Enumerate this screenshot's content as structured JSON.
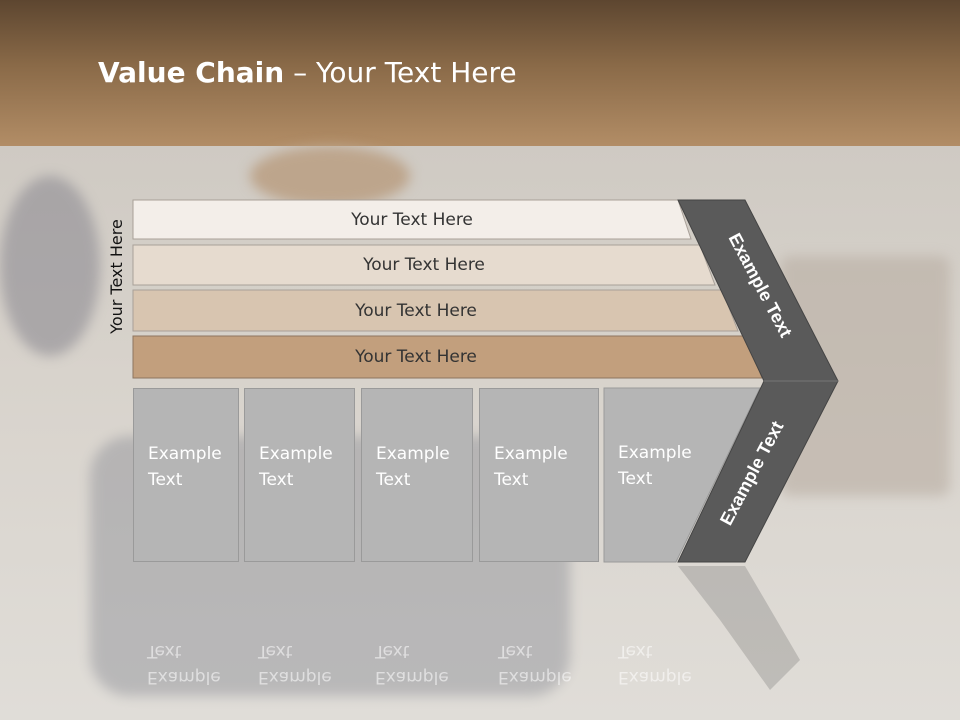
{
  "title": {
    "bold": "Value Chain",
    "rest": " – Your Text Here"
  },
  "side_label": "Your Text Here",
  "banners": [
    "Your Text Here",
    "Your Text Here",
    "Your Text Here",
    "Your Text Here"
  ],
  "boxes": [
    {
      "line1": "Example",
      "line2": "Text"
    },
    {
      "line1": "Example",
      "line2": "Text"
    },
    {
      "line1": "Example",
      "line2": "Text"
    },
    {
      "line1": "Example",
      "line2": "Text"
    },
    {
      "line1": "Example",
      "line2": "Text"
    }
  ],
  "chevron": {
    "upper": "Example Text",
    "lower": "Example Text"
  },
  "colors": {
    "banner1": "#f3eee9",
    "banner2": "#e6dbcf",
    "banner3": "#d8c5b0",
    "banner4": "#c29f7d",
    "box": "#b5b5b5",
    "chevron": "#5a5a5a",
    "header": "#8a6a48"
  }
}
